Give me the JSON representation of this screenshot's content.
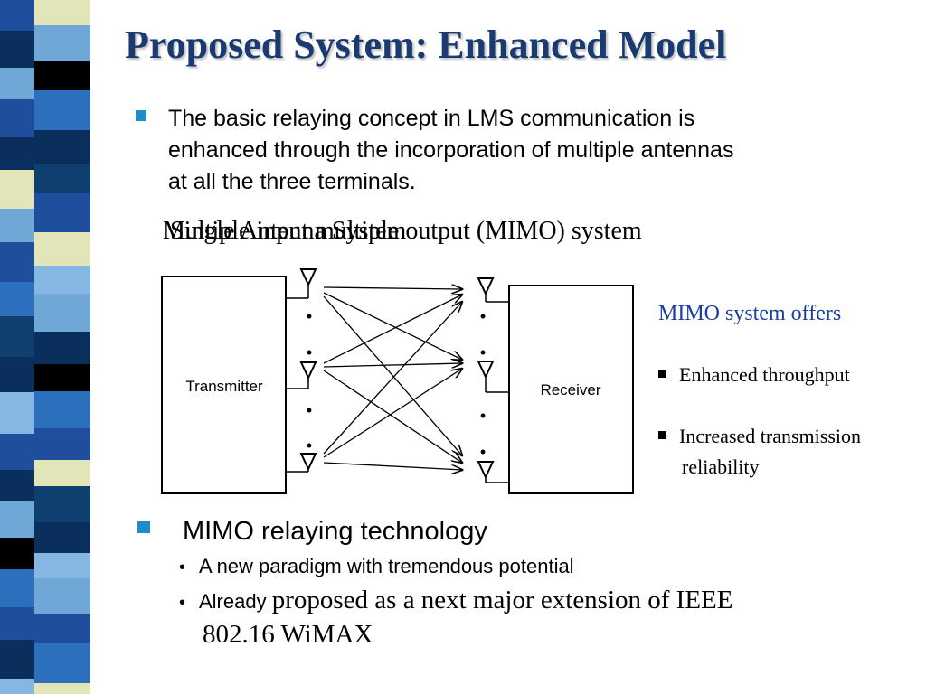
{
  "slide": {
    "title": "Proposed System: Enhanced Model",
    "bullet_main": "The basic relaying  concept  in LMS communication is\nenhanced through the  incorporation of  multiple antennas\nat  all the three terminals.",
    "label_overlap_a": "Multiple input multiple output (MIMO) system",
    "label_overlap_b": "Single Antenna System",
    "transmitter_label": "Transmitter",
    "receiver_label": "Receiver",
    "dots_glyph": "•",
    "offers_title": "MIMO system offers",
    "features": [
      "Enhanced throughput",
      "Increased transmission",
      "reliability"
    ],
    "section2_title": "MIMO relaying technology",
    "sub_bullet_glyph": "•",
    "sub1": "A new paradigm with tremendous potential",
    "sub2_sans": "Already ",
    "sub2_serif": "proposed as a next major extension of IEEE",
    "sub2_cont": "802.16 WiMAX"
  },
  "colors": {
    "title": "#1a3b72",
    "bullet": "#1d8cc8",
    "offers": "#1a3f9c",
    "strip": [
      "#1f4e9c",
      "#6fa7d6",
      "#0b2f5c",
      "#e2e5b8",
      "#2c6fbd",
      "#0e3f6e",
      "#85b7e2",
      "#000000"
    ]
  }
}
